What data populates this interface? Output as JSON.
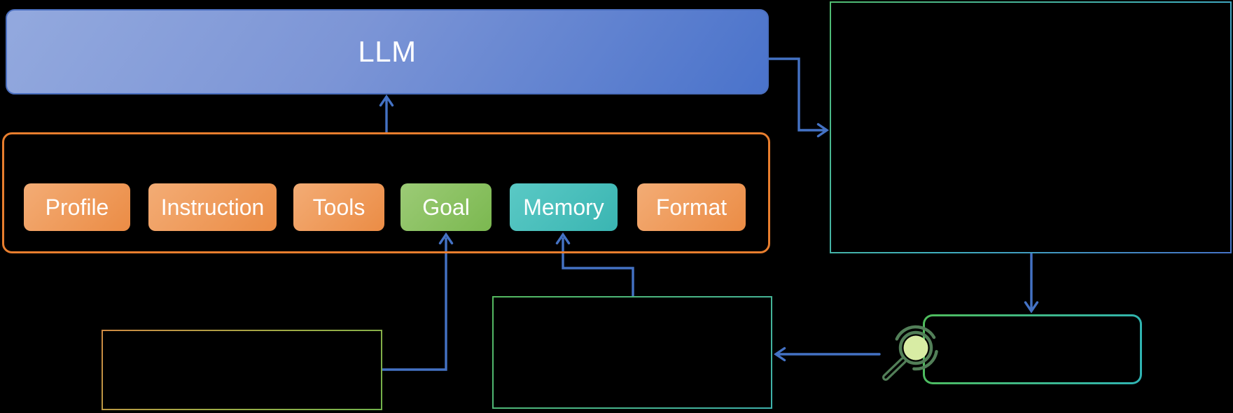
{
  "diagram": {
    "llm": {
      "label": "LLM"
    },
    "prompt_chips": [
      {
        "label": "Profile"
      },
      {
        "label": "Instruction"
      },
      {
        "label": "Tools"
      },
      {
        "label": "Goal"
      },
      {
        "label": "Memory"
      },
      {
        "label": "Format"
      }
    ],
    "icons": {
      "magnifier": "magnifying-glass-icon"
    },
    "colors": {
      "background": "#000000",
      "connector": "#4472C4",
      "llm_gradient": [
        "#93A9DE",
        "#4A73CB"
      ],
      "prompt_container_border": "#E87E2E",
      "chip_orange": [
        "#F3AC75",
        "#EB8C45"
      ],
      "chip_green": [
        "#9CCB76",
        "#7BB850"
      ],
      "chip_teal": [
        "#5AC9C5",
        "#3AB5B2"
      ],
      "right_panel_border": [
        "#50BC70",
        "#3FAFBE",
        "#4573C6"
      ],
      "bottom_left_panel_border": [
        "#CE8A43",
        "#71B14B"
      ],
      "bottom_middle_panel_border": [
        "#55B95F",
        "#3EB2AC"
      ],
      "rounded_panel_border": [
        "#4FBC5B",
        "#2FB4B4"
      ],
      "magnifier_ring": "#527F58",
      "magnifier_lens": "#D8ECA4"
    }
  }
}
